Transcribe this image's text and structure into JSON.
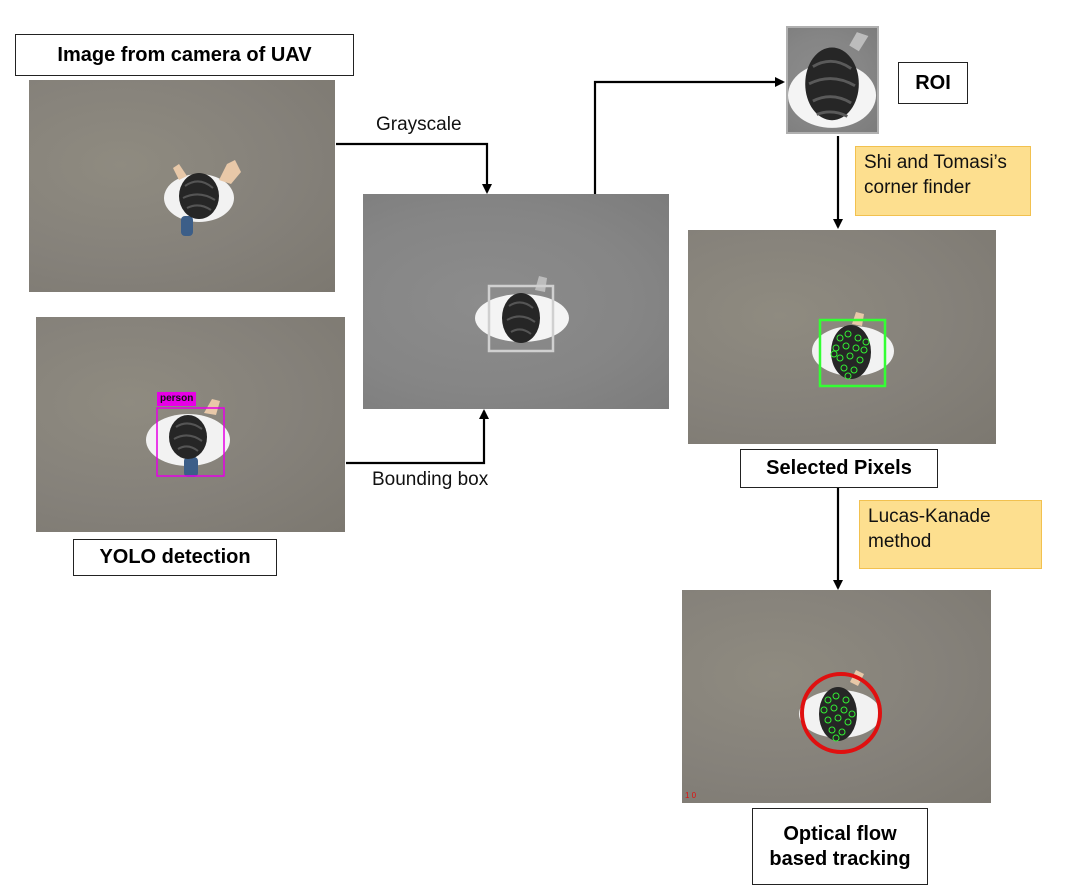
{
  "labels": {
    "camera_image": "Image from camera of UAV",
    "yolo_detection": "YOLO detection",
    "roi": "ROI",
    "selected_pixels": "Selected Pixels",
    "optical_flow": "Optical flow based tracking"
  },
  "edges": {
    "grayscale": "Grayscale",
    "bounding_box": "Bounding box"
  },
  "notes": {
    "shi_tomasi": "Shi and Tomasi’s corner finder",
    "lucas_kanade": "Lucas-Kanade method"
  },
  "detection_tag": "person",
  "frame_counter": "1 0",
  "colors": {
    "yolo_box": "#e600e6",
    "gray_box": "#d0d0d0",
    "corner_box": "#33ff33",
    "tracking_circle": "#e01010",
    "note_fill": "#fddf8f"
  }
}
